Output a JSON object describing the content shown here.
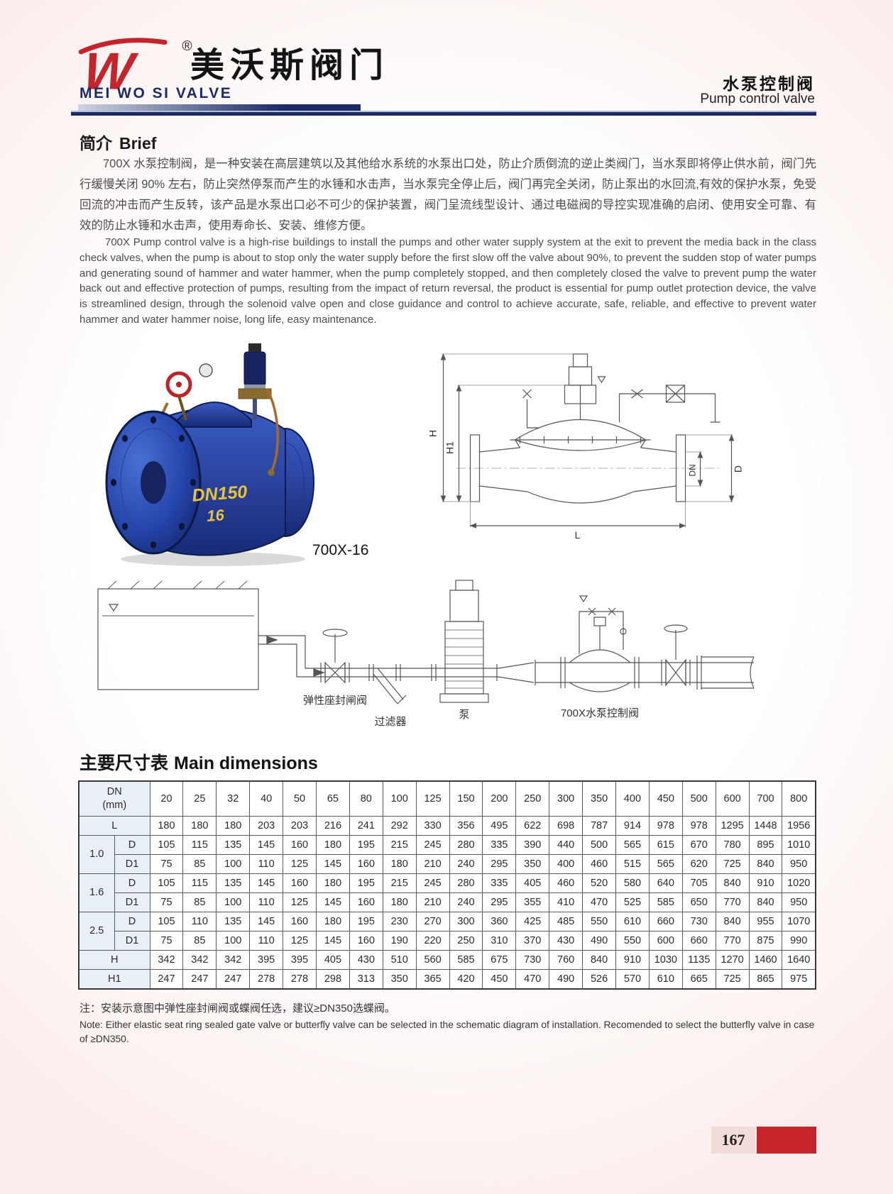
{
  "header": {
    "logo_letter": "W",
    "registered_mark": "®",
    "brand_cn": "美沃斯阀门",
    "brand_en": "MEI WO SI VALVE",
    "product_cn": "水泵控制阀",
    "product_en": "Pump control valve"
  },
  "brief": {
    "title_cn": "简介",
    "title_en": "Brief",
    "para_cn": "700X 水泵控制阀，是一种安装在高层建筑以及其他给水系统的水泵出口处，防止介质倒流的逆止类阀门，当水泵即将停止供水前，阀门先行缓慢关闭 90% 左右，防止突然停泵而产生的水锤和水击声，当水泵完全停止后，阀门再完全关闭，防止泵出的水回流,有效的保护水泵，免受回流的冲击而产生反转，该产品是水泵出口必不可少的保护装置，阀门呈流线型设计、通过电磁阀的导控实现准确的启闭、使用安全可靠、有效的防止水锤和水击声，使用寿命长、安装、维修方便。",
    "para_en": "700X Pump control valve is a high-rise buildings to install the pumps and other water supply system at the exit to prevent the media back in the class check valves, when the pump is about to stop only the water supply before the first slow off the valve about 90%, to prevent the sudden stop of water pumps and generating sound of hammer and water hammer, when the pump completely stopped, and then completely closed the valve to prevent pump the water back out and effective protection of pumps, resulting from the impact of return reversal, the product is essential for pump outlet protection device, the valve is streamlined design, through the solenoid valve open and close guidance and control to achieve accurate, safe, reliable, and effective to prevent water hammer and water hammer noise, long life, easy maintenance."
  },
  "figures": {
    "model_label": "700X-16",
    "photo_label_dn": "DN150",
    "photo_label_pn": "16",
    "drawing_dims": {
      "h": "H",
      "h1": "H1",
      "dn": "DN",
      "d": "D",
      "l": "L"
    },
    "schematic_labels": [
      "弹性座封闸阀",
      "过滤器",
      "泵",
      "700X水泵控制阀"
    ]
  },
  "dimensions": {
    "title_cn": "主要尺寸表",
    "title_en": "Main dimensions",
    "corner_line1": "DN",
    "corner_line2": "(mm)",
    "dn": [
      "20",
      "25",
      "32",
      "40",
      "50",
      "65",
      "80",
      "100",
      "125",
      "150",
      "200",
      "250",
      "300",
      "350",
      "400",
      "450",
      "500",
      "600",
      "700",
      "800"
    ],
    "body_rows": [
      {
        "label": "L",
        "label_span": 2,
        "values": [
          "180",
          "180",
          "180",
          "203",
          "203",
          "216",
          "241",
          "292",
          "330",
          "356",
          "495",
          "622",
          "698",
          "787",
          "914",
          "978",
          "978",
          "1295",
          "1448",
          "1956"
        ]
      },
      {
        "group": "1.0",
        "label": "D",
        "values": [
          "105",
          "115",
          "135",
          "145",
          "160",
          "180",
          "195",
          "215",
          "245",
          "280",
          "335",
          "390",
          "440",
          "500",
          "565",
          "615",
          "670",
          "780",
          "895",
          "1010"
        ]
      },
      {
        "label": "D1",
        "values": [
          "75",
          "85",
          "100",
          "110",
          "125",
          "145",
          "160",
          "180",
          "210",
          "240",
          "295",
          "350",
          "400",
          "460",
          "515",
          "565",
          "620",
          "725",
          "840",
          "950"
        ]
      },
      {
        "group": "1.6",
        "label": "D",
        "values": [
          "105",
          "115",
          "135",
          "145",
          "160",
          "180",
          "195",
          "215",
          "245",
          "280",
          "335",
          "405",
          "460",
          "520",
          "580",
          "640",
          "705",
          "840",
          "910",
          "1020"
        ]
      },
      {
        "label": "D1",
        "values": [
          "75",
          "85",
          "100",
          "110",
          "125",
          "145",
          "160",
          "180",
          "210",
          "240",
          "295",
          "355",
          "410",
          "470",
          "525",
          "585",
          "650",
          "770",
          "840",
          "950"
        ]
      },
      {
        "group": "2.5",
        "label": "D",
        "values": [
          "105",
          "110",
          "135",
          "145",
          "160",
          "180",
          "195",
          "230",
          "270",
          "300",
          "360",
          "425",
          "485",
          "550",
          "610",
          "660",
          "730",
          "840",
          "955",
          "1070"
        ]
      },
      {
        "label": "D1",
        "values": [
          "75",
          "85",
          "100",
          "110",
          "125",
          "145",
          "160",
          "190",
          "220",
          "250",
          "310",
          "370",
          "430",
          "490",
          "550",
          "600",
          "660",
          "770",
          "875",
          "990"
        ]
      },
      {
        "label": "H",
        "label_span": 2,
        "values": [
          "342",
          "342",
          "342",
          "395",
          "395",
          "405",
          "430",
          "510",
          "560",
          "585",
          "675",
          "730",
          "760",
          "840",
          "910",
          "1030",
          "1135",
          "1270",
          "1460",
          "1640"
        ]
      },
      {
        "label": "H1",
        "label_span": 2,
        "values": [
          "247",
          "247",
          "247",
          "278",
          "278",
          "298",
          "313",
          "350",
          "365",
          "420",
          "450",
          "470",
          "490",
          "526",
          "570",
          "610",
          "665",
          "725",
          "865",
          "975"
        ]
      }
    ]
  },
  "notes": {
    "cn": "注：安装示意图中弹性座封闸阀或蝶阀任选，建议≥DN350选蝶阀。",
    "en": "Note: Either elastic seat ring sealed gate valve or butterfly valve can be selected in the schematic diagram of installation. Recomended to select the butterfly valve in case of ≥DN350."
  },
  "footer": {
    "page": "167"
  }
}
